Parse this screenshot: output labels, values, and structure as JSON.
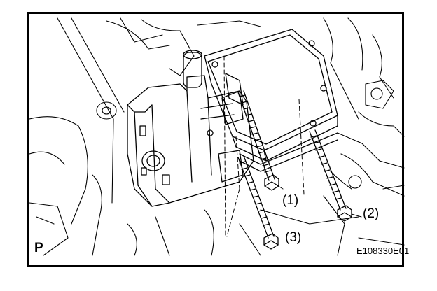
{
  "figure": {
    "page_letter": "P",
    "figure_code": "E108330E01",
    "callouts": [
      {
        "label": "(1)"
      },
      {
        "label": "(2)"
      },
      {
        "label": "(3)"
      }
    ]
  },
  "colors": {
    "ink": "#000000",
    "paper": "#ffffff"
  }
}
